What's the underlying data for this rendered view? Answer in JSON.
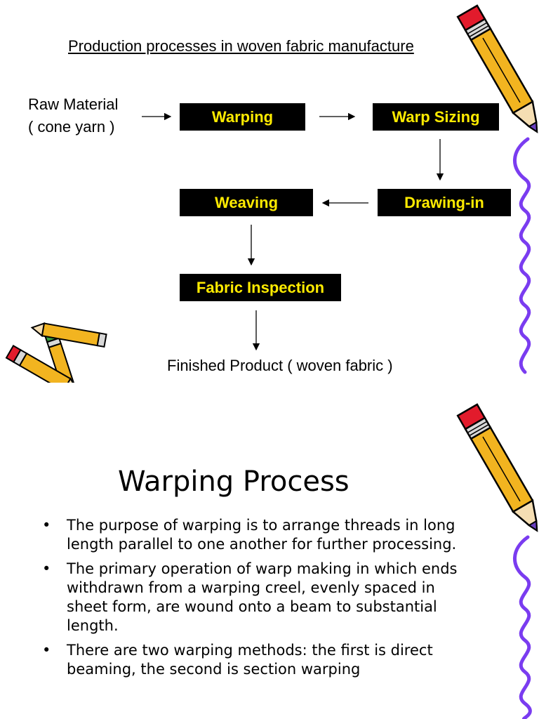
{
  "slide1": {
    "title": "Production processes in woven fabric manufacture",
    "raw_material_line1": "Raw Material",
    "raw_material_line2": "( cone yarn )",
    "steps": {
      "warping": "Warping",
      "warp_sizing": "Warp Sizing",
      "drawing_in": "Drawing-in",
      "weaving": "Weaving",
      "fabric_inspection": "Fabric Inspection"
    },
    "finished_product": "Finished Product  ( woven fabric )"
  },
  "slide2": {
    "title": "Warping Process",
    "bullets": [
      "The purpose of warping is to arrange threads in long length parallel to one another for further processing.",
      "The primary operation of warp making in which ends withdrawn from a warping creel, evenly spaced in sheet form, are wound onto a beam to substantial length.",
      "There are two warping methods: the first is direct beaming, the second is section warping"
    ]
  },
  "colors": {
    "box_background": "#000000",
    "box_text": "#ffeb00",
    "pencil_body": "#f2b420",
    "wavy_border": "#7a3cf0"
  },
  "icons": [
    "pencil-icon",
    "crossed-pencils-icon",
    "wavy-border"
  ]
}
